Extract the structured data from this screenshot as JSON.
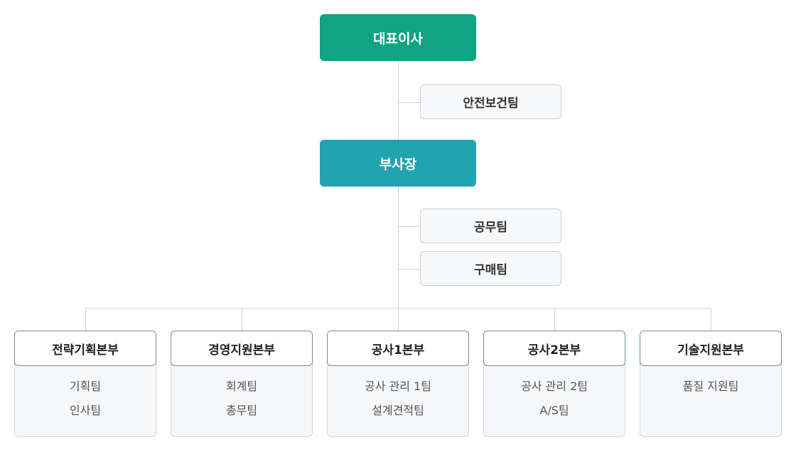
{
  "org": {
    "ceo": {
      "label": "대표이사",
      "color": "#11a383"
    },
    "safety_team": {
      "label": "안전보건팀"
    },
    "vp": {
      "label": "부사장",
      "color": "#22a3b0"
    },
    "vp_staff": [
      {
        "label": "공무팀"
      },
      {
        "label": "구매팀"
      }
    ],
    "divisions": [
      {
        "label": "전략기획본부",
        "teams": [
          "기획팀",
          "인사팀"
        ]
      },
      {
        "label": "경영지원본부",
        "teams": [
          "회계팀",
          "총무팀"
        ]
      },
      {
        "label": "공사1본부",
        "teams": [
          "공사 관리 1팀",
          "설계견적팀"
        ]
      },
      {
        "label": "공사2본부",
        "teams": [
          "공사 관리 2팀",
          "A/S팀"
        ]
      },
      {
        "label": "기술지원본부",
        "teams": [
          "품질 지원팀"
        ]
      }
    ]
  }
}
